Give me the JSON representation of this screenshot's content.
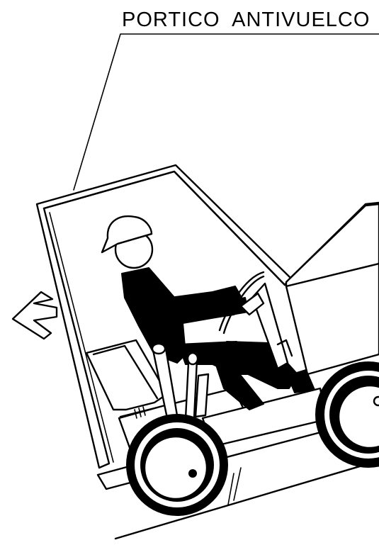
{
  "callout": {
    "label": "PORTICO  ANTIVUELCO"
  },
  "icons": {
    "direction_arrow": "arrow-left-outline-icon",
    "rollover_frame": "rollover-protection-frame",
    "operator": "seated-operator-with-helmet",
    "vehicle": "ride-on-tractor-on-slope"
  },
  "colors": {
    "ink": "#000000",
    "paper": "#ffffff"
  }
}
